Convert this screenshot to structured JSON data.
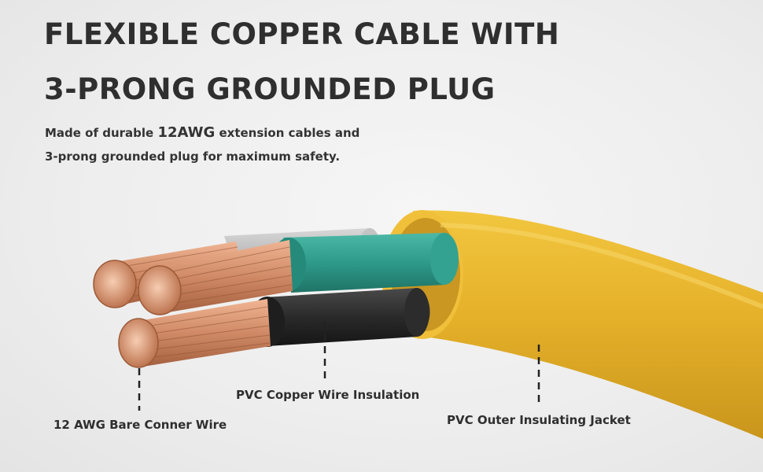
{
  "headline": {
    "line1": "FLEXIBLE COPPER CABLE WITH",
    "line2": "3-PRONG GROUNDED PLUG"
  },
  "description": {
    "line1_pre": "Made of durable ",
    "line1_bold": "12AWG",
    "line1_post": " extension cables and",
    "line2": "3-prong grounded plug for maximum safety."
  },
  "callouts": {
    "bare_wire": "12 AWG Bare Conner Wire",
    "copper_insulation": "PVC Copper Wire Insulation",
    "outer_jacket": "PVC Outer Insulating Jacket"
  },
  "colors": {
    "outer_jacket": "#e8b52a",
    "ground_insulation": "#2e9a8a",
    "neutral_insulation": "#b8b8b8",
    "hot_insulation": "#2a2a2a",
    "copper": "#d08a66"
  }
}
